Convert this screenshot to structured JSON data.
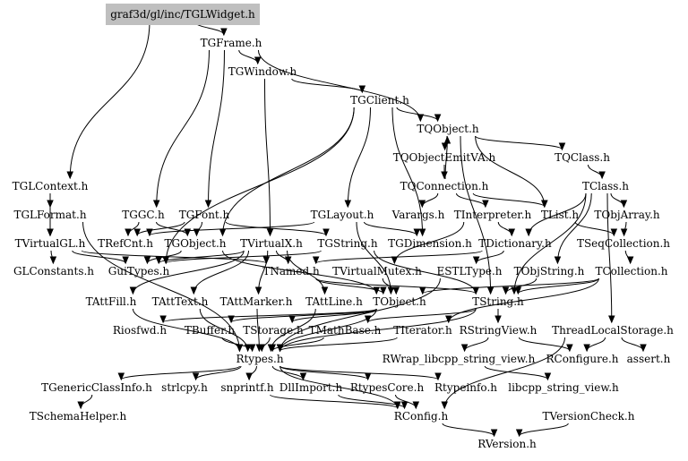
{
  "root": "graf3d/gl/inc/TGLWidget.h",
  "nodes": {
    "root": "graf3d/gl/inc/TGLWidget.h",
    "tgframe": "TGFrame.h",
    "tgwindow": "TGWindow.h",
    "tgclient": "TGClient.h",
    "tqobject": "TQObject.h",
    "tqobjectemitva": "TQObjectEmitVA.h",
    "tqclass": "TQClass.h",
    "tqconnection": "TQConnection.h",
    "tclass": "TClass.h",
    "tglcontext": "TGLContext.h",
    "tglformat": "TGLFormat.h",
    "tggc": "TGGC.h",
    "tgfont": "TGFont.h",
    "tglayout": "TGLayout.h",
    "varargs": "Varargs.h",
    "tinterpreter": "TInterpreter.h",
    "tlist": "TList.h",
    "tobjarray": "TObjArray.h",
    "tvirtualgl": "TVirtualGL.h",
    "trefcnt": "TRefCnt.h",
    "tgobject": "TGObject.h",
    "tvirtualx": "TVirtualX.h",
    "tgstring": "TGString.h",
    "tgdimension": "TGDimension.h",
    "tdictionary": "TDictionary.h",
    "tseqcollection": "TSeqCollection.h",
    "glconstants": "GLConstants.h",
    "guitypes": "GuiTypes.h",
    "tnamed": "TNamed.h",
    "tvirtualmutex": "TVirtualMutex.h",
    "estltype": "ESTLType.h",
    "tobjstring": "TObjString.h",
    "tcollection": "TCollection.h",
    "tattfill": "TAttFill.h",
    "tatttext": "TAttText.h",
    "tattmarker": "TAttMarker.h",
    "tattline": "TAttLine.h",
    "tobject": "TObject.h",
    "tstring": "TString.h",
    "riosfwd": "Riosfwd.h",
    "tbuffer": "TBuffer.h",
    "tstorage": "TStorage.h",
    "tmathbase": "TMathBase.h",
    "titerator": "TIterator.h",
    "rstringview": "RStringView.h",
    "threadlocalstorage": "ThreadLocalStorage.h",
    "rtypes": "Rtypes.h",
    "rwrap": "RWrap_libcpp_string_view.h",
    "rconfigure": "RConfigure.h",
    "assert": "assert.h",
    "tgenericclassinfo": "TGenericClassInfo.h",
    "strlcpy": "strlcpy.h",
    "snprintf": "snprintf.h",
    "dllimport": "DllImport.h",
    "rtypescore": "RtypesCore.h",
    "rtypeinfo": "Rtypeinfo.h",
    "libcpp": "libcpp_string_view.h",
    "tschemahelper": "TSchemaHelper.h",
    "rconfig": "RConfig.h",
    "tversioncheck": "TVersionCheck.h",
    "rversion": "RVersion.h"
  },
  "colors": {
    "root_fill": "#bfbfbf",
    "stroke": "#000000",
    "background": "#ffffff"
  }
}
